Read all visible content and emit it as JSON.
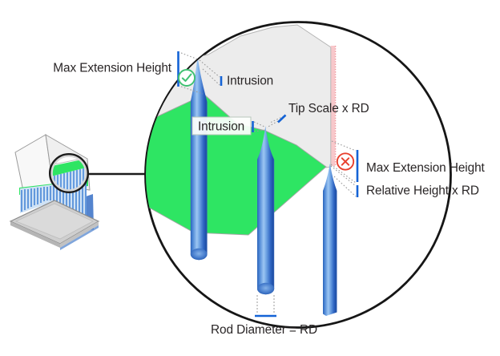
{
  "diagram": {
    "title_context": "rod surface measurement zoom diagram",
    "labels": {
      "max_extension_height_left": "Max Extension Height",
      "intrusion_callout": "Intrusion",
      "intrusion_boxed": "Intrusion",
      "tip_scale": "Tip Scale x RD",
      "max_extension_height_right": "Max Extension Height",
      "relative_height": "Relative Height x RD",
      "rod_diameter": "Rod Diameter = RD"
    },
    "icons": {
      "pass": "check-circle",
      "fail": "x-circle",
      "magnifier": "magnifying-glass"
    },
    "colors": {
      "surface_green": "#2ee563",
      "surface_gray": "#ececec",
      "rod_blue": "#2f6fd0",
      "measure_blue": "#1463d6",
      "limit_pink": "#f8c8cb",
      "check_green": "#3fc172",
      "cross_red": "#e8402e",
      "outline_black": "#161616"
    }
  }
}
